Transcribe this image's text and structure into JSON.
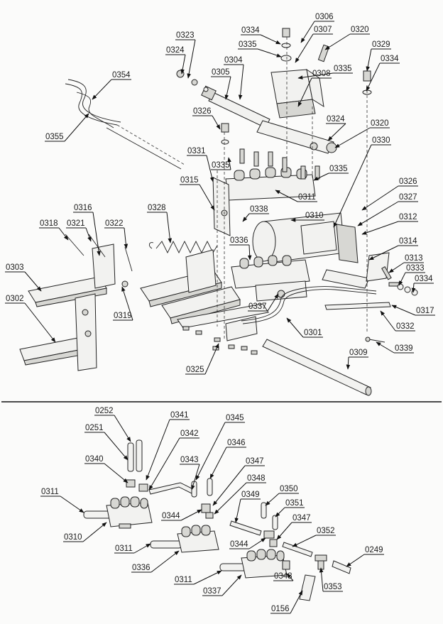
{
  "labels": {
    "top": [
      "0334",
      "0306",
      "0307",
      "0320",
      "0323",
      "0335",
      "0329",
      "0324",
      "0335",
      "0334",
      "0354",
      "0304",
      "0308",
      "0305",
      "0355",
      "0326",
      "0324",
      "0320",
      "0330",
      "0331",
      "0335",
      "0335",
      "0315",
      "0311",
      "0326",
      "0327",
      "0328",
      "0316",
      "0338",
      "0310",
      "0312",
      "0318",
      "0321",
      "0322",
      "0336",
      "0314",
      "0313",
      "0333",
      "0303",
      "0334",
      "0337",
      "0317",
      "0302",
      "0319",
      "0301",
      "0332",
      "0309",
      "0339",
      "0325"
    ],
    "bottom": [
      "0252",
      "0341",
      "0345",
      "0251",
      "0342",
      "0346",
      "0343",
      "0340",
      "0347",
      "0348",
      "0311",
      "0349",
      "0350",
      "0344",
      "0351",
      "0347",
      "0310",
      "0344",
      "0352",
      "0311",
      "0249",
      "0336",
      "0311",
      "0353",
      "0348",
      "0337",
      "0156"
    ]
  },
  "colors": {
    "ink": "#1a1a1a",
    "paper": "#fbfbfa",
    "part_fill": "#f2f2f0",
    "part_shade": "#d7d7d3"
  }
}
